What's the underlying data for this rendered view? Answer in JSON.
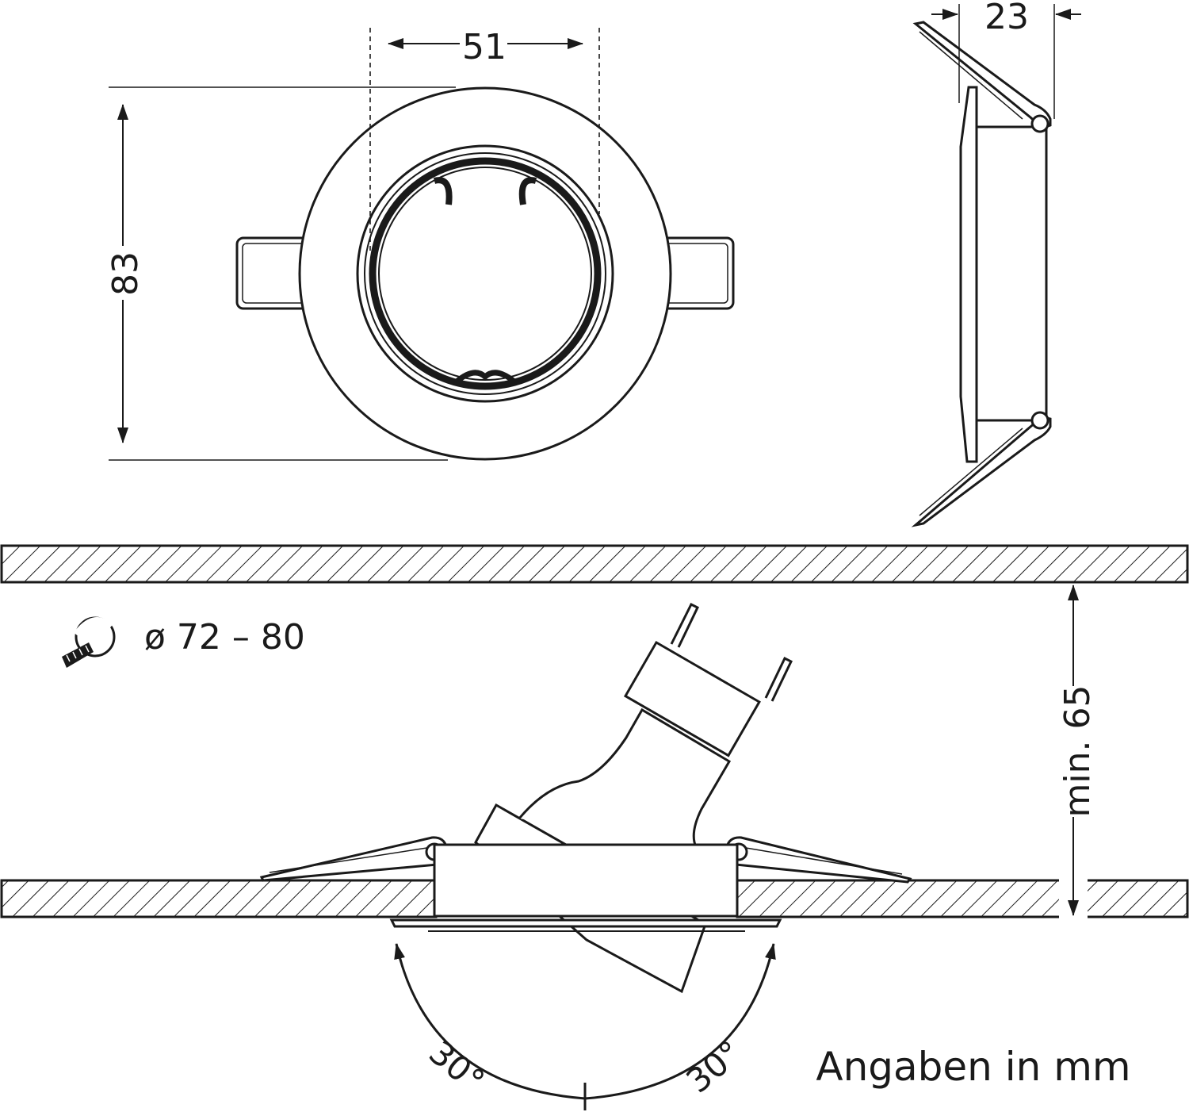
{
  "dimensions": {
    "inner_diameter": "51",
    "outer_height": "83",
    "depth": "23",
    "install_depth": "min. 65",
    "cutout": "ø 72 – 80"
  },
  "angles": {
    "left": "30°",
    "right": "30°"
  },
  "note": "Angaben in mm",
  "icons": {
    "hole_saw": "hole-saw-icon"
  }
}
